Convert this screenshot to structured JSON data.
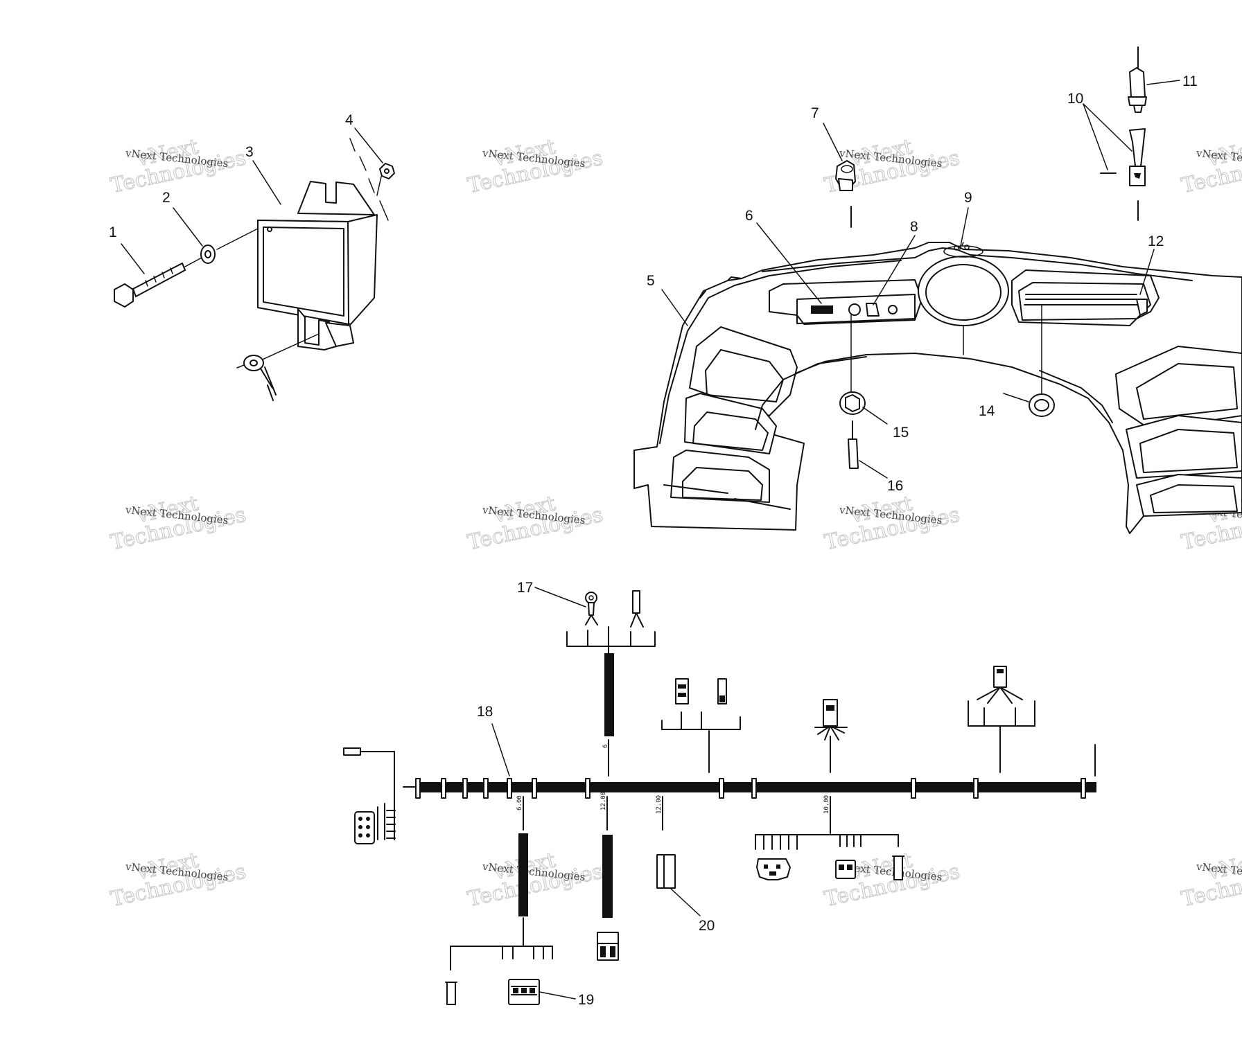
{
  "watermark": {
    "line_a": "vNext",
    "line_b": "Technologies",
    "small": "vNext Technologies"
  },
  "callouts": {
    "c1": "1",
    "c2": "2",
    "c3": "3",
    "c4": "4",
    "c5": "5",
    "c6": "6",
    "c7": "7",
    "c8": "8",
    "c9": "9",
    "c10": "10",
    "c11": "11",
    "c12": "12",
    "c14": "14",
    "c15": "15",
    "c16": "16",
    "c17": "17",
    "c18": "18",
    "c19": "19",
    "c20": "20"
  },
  "harness_marks": {
    "m1": "6.00",
    "m2": "12.00",
    "m3": "12.00",
    "m4": "10.00",
    "m5": "6"
  },
  "colors": {
    "line": "#111111",
    "watermark": "#c9c9c9",
    "background": "#ffffff"
  }
}
